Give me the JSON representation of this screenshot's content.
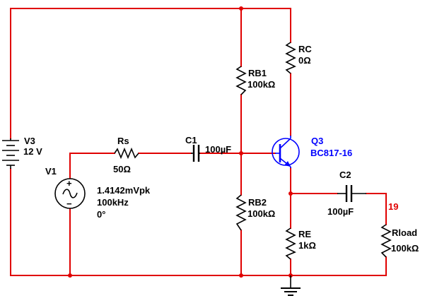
{
  "colors": {
    "wire": "#e00000",
    "component": "#000000",
    "transistor": "#0000ff",
    "node_label": "#e00000",
    "background": "#ffffff"
  },
  "components": {
    "v3": {
      "name": "V3",
      "value": "12 V"
    },
    "v1": {
      "name": "V1",
      "amplitude": "1.4142mVpk",
      "frequency": "100kHz",
      "phase": "0°",
      "plus": "+",
      "minus": "−"
    },
    "rs": {
      "name": "Rs",
      "value": "50Ω"
    },
    "c1": {
      "name": "C1",
      "value": "100µF"
    },
    "rb1": {
      "name": "RB1",
      "value": "100kΩ"
    },
    "rb2": {
      "name": "RB2",
      "value": "100kΩ"
    },
    "rc": {
      "name": "RC",
      "value": "0Ω"
    },
    "q3": {
      "name": "Q3",
      "model": "BC817-16"
    },
    "c2": {
      "name": "C2",
      "value": "100µF"
    },
    "re": {
      "name": "RE",
      "value": "1kΩ"
    },
    "rload": {
      "name": "Rload",
      "value": "100kΩ"
    }
  },
  "nodes": {
    "output_node": "19"
  }
}
